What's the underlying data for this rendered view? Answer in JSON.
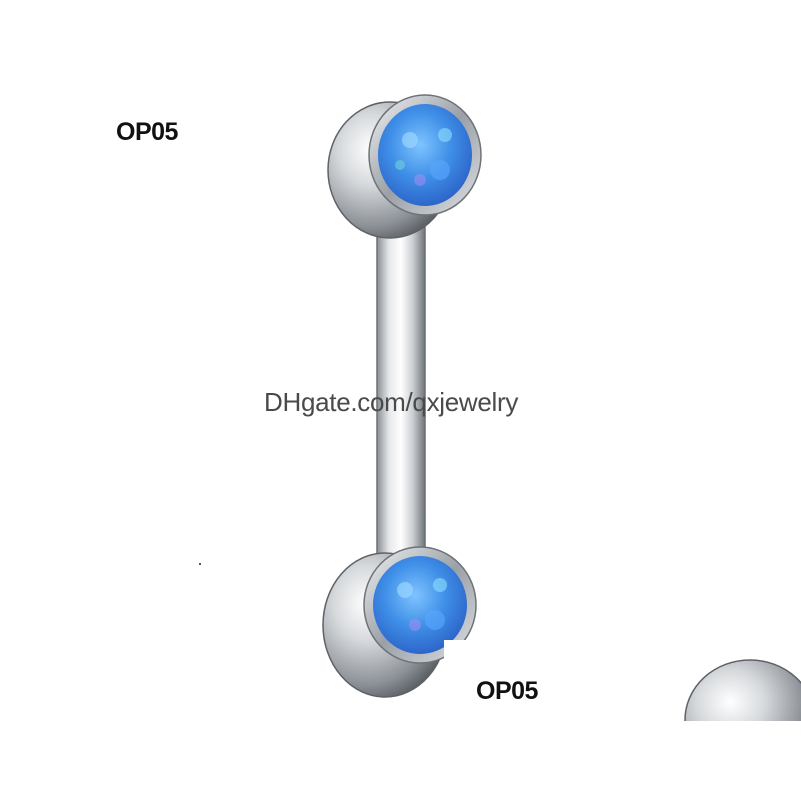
{
  "image": {
    "labels": {
      "top_code": "OP05",
      "bottom_code": "OP05"
    },
    "watermark": "DHgate.com/qxjewelry",
    "product": {
      "gem_color": "#3f8fe8",
      "metal_color": "#b9bec4"
    }
  }
}
